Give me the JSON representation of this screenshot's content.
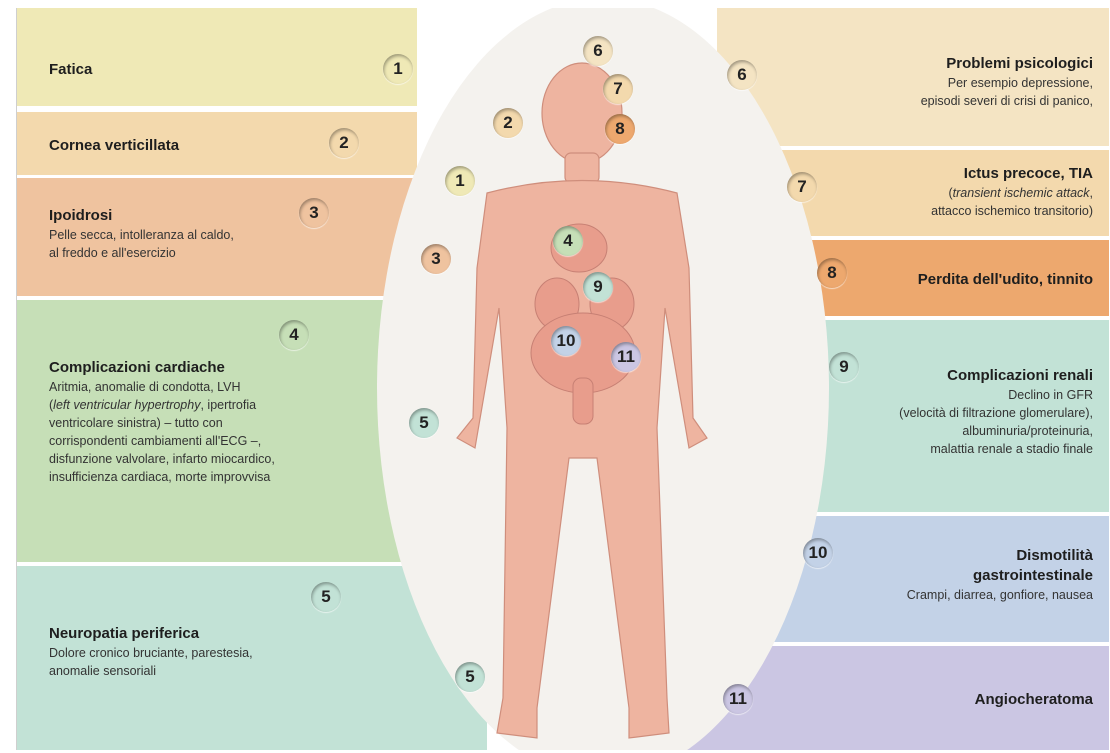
{
  "colors": {
    "yellow": "#efe9b6",
    "peach": "#f3d9ad",
    "salmon": "#efc39f",
    "orange": "#eda86e",
    "green": "#c6dfb7",
    "mint": "#c2e2d6",
    "blue": "#c3d2e7",
    "lavender": "#cbc6e3",
    "skin": "#eeb4a0",
    "oval": "#f4f2ee"
  },
  "left": {
    "fatica": {
      "title": "Fatica"
    },
    "cornea": {
      "title": "Cornea verticillata"
    },
    "ipoidrosi": {
      "title": "Ipoidrosi",
      "line1": "Pelle secca, intolleranza al caldo,",
      "line2": "al freddo e all'esercizio"
    },
    "cardiache": {
      "title": "Complicazioni cardiache",
      "line1": "Aritmia, anomalie di condotta, LVH",
      "line2_italic": "left ventricular hypertrophy",
      "line2_open": "(",
      "line2_rest": ", ipertrofia",
      "line3": "ventricolare sinistra) – tutto con",
      "line4": "corrispondenti cambiamenti all'ECG –,",
      "line5": "disfunzione valvolare, infarto miocardico,",
      "line6": "insufficienza cardiaca, morte improvvisa"
    },
    "neuropatia": {
      "title": "Neuropatia periferica",
      "line1": "Dolore cronico bruciante, parestesia,",
      "line2": "anomalie sensoriali"
    }
  },
  "right": {
    "psicologici": {
      "title": "Problemi psicologici",
      "line1": "Per esempio depressione,",
      "line2": "episodi severi di crisi di panico,"
    },
    "ictus": {
      "title": "Ictus precoce, TIA",
      "line1_italic": "transient ischemic attack",
      "line1_open": "(",
      "line1_close": ",",
      "line2": "attacco ischemico transitorio)"
    },
    "udito": {
      "title": "Perdita dell'udito, tinnito"
    },
    "renali": {
      "title": "Complicazioni renali",
      "line1": "Declino in GFR",
      "line2": "(velocità di filtrazione glomerulare),",
      "line3": "albuminuria/proteinuria,",
      "line4": "malattia renale a stadio finale"
    },
    "dismotilita": {
      "title1": "Dismotilità",
      "title2": "gastrointestinale",
      "line1": "Crampi, diarrea, gonfiore, nausea"
    },
    "angio": {
      "title": "Angiocheratoma"
    }
  },
  "numbers": {
    "n1": "1",
    "n2": "2",
    "n3": "3",
    "n4": "4",
    "n5": "5",
    "n6": "6",
    "n7": "7",
    "n8": "8",
    "n9": "9",
    "n10": "10",
    "n11": "11"
  }
}
